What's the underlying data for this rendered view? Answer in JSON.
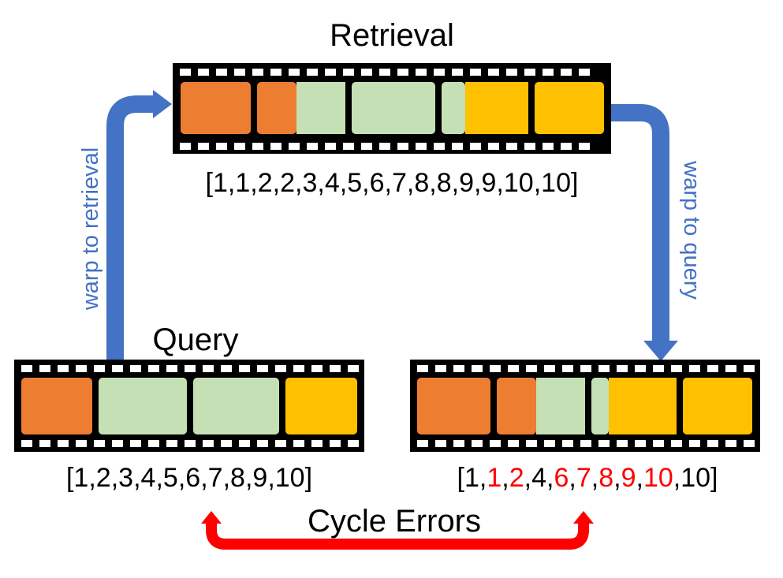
{
  "labels": {
    "retrieval": "Retrieval",
    "query": "Query",
    "warp_to_retrieval": "warp to retrieval",
    "warp_to_query": "warp to query",
    "cycle_errors": "Cycle Errors"
  },
  "sequences": {
    "retrieval": {
      "open": "[",
      "close": "]",
      "tokens": [
        {
          "t": "1",
          "err": false
        },
        {
          "t": "1",
          "err": false
        },
        {
          "t": "2",
          "err": false
        },
        {
          "t": "2",
          "err": false
        },
        {
          "t": "3",
          "err": false
        },
        {
          "t": "4",
          "err": false
        },
        {
          "t": "5",
          "err": false
        },
        {
          "t": "6",
          "err": false
        },
        {
          "t": "7",
          "err": false
        },
        {
          "t": "8",
          "err": false
        },
        {
          "t": "8",
          "err": false
        },
        {
          "t": "9",
          "err": false
        },
        {
          "t": "9",
          "err": false
        },
        {
          "t": "10",
          "err": false
        },
        {
          "t": "10",
          "err": false
        }
      ]
    },
    "query": {
      "open": "[",
      "close": "]",
      "tokens": [
        {
          "t": "1",
          "err": false
        },
        {
          "t": "2",
          "err": false
        },
        {
          "t": "3",
          "err": false
        },
        {
          "t": "4",
          "err": false
        },
        {
          "t": "5",
          "err": false
        },
        {
          "t": "6",
          "err": false
        },
        {
          "t": "7",
          "err": false
        },
        {
          "t": "8",
          "err": false
        },
        {
          "t": "9",
          "err": false
        },
        {
          "t": "10",
          "err": false
        }
      ]
    },
    "cycled": {
      "open": "[",
      "close": "]",
      "tokens": [
        {
          "t": "1",
          "err": false
        },
        {
          "t": "1",
          "err": true
        },
        {
          "t": "2",
          "err": true
        },
        {
          "t": "4",
          "err": false
        },
        {
          "t": "6",
          "err": true
        },
        {
          "t": "7",
          "err": true
        },
        {
          "t": "8",
          "err": true
        },
        {
          "t": "9",
          "err": true
        },
        {
          "t": "10",
          "err": true
        },
        {
          "t": "10",
          "err": false
        }
      ]
    }
  },
  "colors": {
    "orange": "#ED7D31",
    "green": "#C5E0B4",
    "yellow": "#FFC000",
    "film": "#000000",
    "warp_arrow": "#4472C4",
    "warp_text": "#4472C4",
    "cycle_arrow": "#FF0000",
    "error_text": "#FF0000"
  }
}
